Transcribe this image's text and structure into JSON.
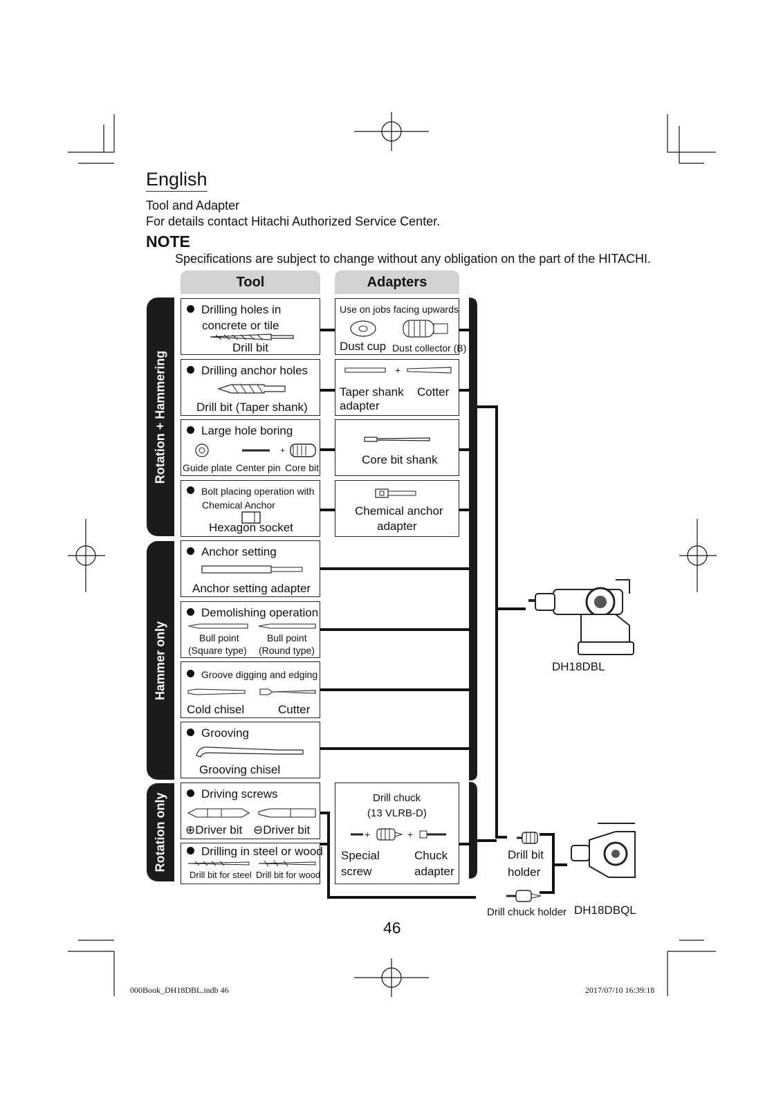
{
  "header": {
    "language": "English",
    "intro_line1": "Tool and Adapter",
    "intro_line2": "For details contact Hitachi Authorized Service Center.",
    "note_title": "NOTE",
    "note_text": "Specifications are subject to change without any obligation on the part of the HITACHI."
  },
  "table": {
    "col_tool": "Tool",
    "col_adapters": "Adapters",
    "groups": [
      "Rotation + Hammering",
      "Hammer only",
      "Rotation only"
    ]
  },
  "tools": {
    "t1": {
      "title1": "Drilling holes in",
      "title2": "concrete or tile",
      "item": "Drill bit"
    },
    "t2": {
      "title": "Drilling anchor holes",
      "item": "Drill bit (Taper shank)"
    },
    "t3": {
      "title": "Large hole boring",
      "item1": "Guide plate",
      "item2": "Center pin",
      "item3": "Core bit"
    },
    "t4": {
      "title1": "Bolt placing operation with",
      "title2": "Chemical Anchor",
      "item": "Hexagon socket"
    },
    "t5": {
      "title": "Anchor setting",
      "item": "Anchor setting adapter"
    },
    "t6": {
      "title": "Demolishing operation",
      "item1a": "Bull point",
      "item1b": "(Square type)",
      "item2a": "Bull point",
      "item2b": "(Round type)"
    },
    "t7": {
      "title": "Groove digging and edging",
      "item1": "Cold chisel",
      "item2": "Cutter"
    },
    "t8": {
      "title": "Grooving",
      "item": "Grooving chisel"
    },
    "t9": {
      "title": "Driving screws",
      "item1": "Driver bit",
      "item2": "Driver bit"
    },
    "t10": {
      "title": "Drilling in steel or wood",
      "item1": "Drill bit for steel",
      "item2": "Drill bit for wood"
    }
  },
  "adapters": {
    "a1": {
      "title": "Use on jobs facing upwards",
      "item1": "Dust cup",
      "item2": "Dust collector (B)"
    },
    "a2": {
      "item1a": "Taper shank",
      "item1b": "adapter",
      "item2": "Cotter"
    },
    "a3": {
      "item": "Core bit shank"
    },
    "a4": {
      "line1": "Chemical anchor",
      "line2": "adapter"
    },
    "a5": {
      "title1": "Drill chuck",
      "title2": "(13 VLRB-D)",
      "item1a": "Special",
      "item1b": "screw",
      "item2a": "Chuck",
      "item2b": "adapter"
    }
  },
  "machines": {
    "dh18dbl": "DH18DBL",
    "dh18dbql": "DH18DBQL",
    "drill_bit_holder_1": "Drill bit",
    "drill_bit_holder_2": "holder",
    "drill_chuck_holder": "Drill chuck holder"
  },
  "page_number": "46",
  "footer": {
    "file": "000Book_DH18DBL.indb   46",
    "timestamp": "2017/07/10   16:39:18"
  }
}
